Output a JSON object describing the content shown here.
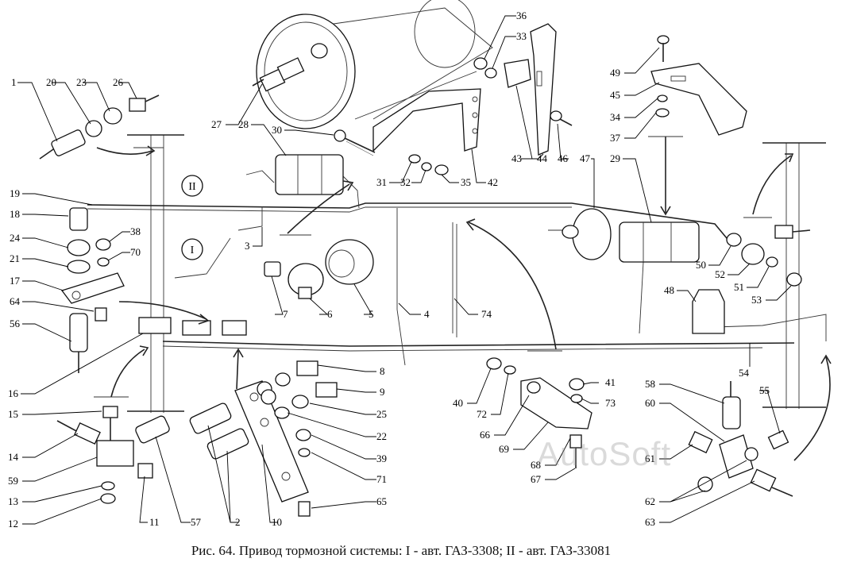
{
  "caption": "Рис. 64. Привод тормозной системы: I - авт. ГАЗ-3308; II - авт. ГАЗ-33081",
  "watermark": "AutoSoft",
  "circuit_labels": [
    "II",
    "I"
  ],
  "callouts": [
    {
      "id": "1",
      "text": "1"
    },
    {
      "id": "20",
      "text": "20"
    },
    {
      "id": "23",
      "text": "23"
    },
    {
      "id": "26",
      "text": "26"
    },
    {
      "id": "27",
      "text": "27"
    },
    {
      "id": "28",
      "text": "28"
    },
    {
      "id": "30",
      "text": "30"
    },
    {
      "id": "36",
      "text": "36"
    },
    {
      "id": "33",
      "text": "33"
    },
    {
      "id": "49",
      "text": "49"
    },
    {
      "id": "45",
      "text": "45"
    },
    {
      "id": "34",
      "text": "34"
    },
    {
      "id": "37",
      "text": "37"
    },
    {
      "id": "19",
      "text": "19"
    },
    {
      "id": "18",
      "text": "18"
    },
    {
      "id": "24",
      "text": "24"
    },
    {
      "id": "38",
      "text": "38"
    },
    {
      "id": "21",
      "text": "21"
    },
    {
      "id": "70",
      "text": "70"
    },
    {
      "id": "17",
      "text": "17"
    },
    {
      "id": "64",
      "text": "64"
    },
    {
      "id": "56",
      "text": "56"
    },
    {
      "id": "3",
      "text": "3"
    },
    {
      "id": "7",
      "text": "7"
    },
    {
      "id": "6",
      "text": "6"
    },
    {
      "id": "5",
      "text": "5"
    },
    {
      "id": "4",
      "text": "4"
    },
    {
      "id": "74",
      "text": "74"
    },
    {
      "id": "31",
      "text": "31"
    },
    {
      "id": "32",
      "text": "32"
    },
    {
      "id": "35",
      "text": "35"
    },
    {
      "id": "42",
      "text": "42"
    },
    {
      "id": "43",
      "text": "43"
    },
    {
      "id": "44",
      "text": "44"
    },
    {
      "id": "46",
      "text": "46"
    },
    {
      "id": "47",
      "text": "47"
    },
    {
      "id": "29",
      "text": "29"
    },
    {
      "id": "50",
      "text": "50"
    },
    {
      "id": "52",
      "text": "52"
    },
    {
      "id": "51",
      "text": "51"
    },
    {
      "id": "53",
      "text": "53"
    },
    {
      "id": "48",
      "text": "48"
    },
    {
      "id": "54",
      "text": "54"
    },
    {
      "id": "16",
      "text": "16"
    },
    {
      "id": "15",
      "text": "15"
    },
    {
      "id": "14",
      "text": "14"
    },
    {
      "id": "59",
      "text": "59"
    },
    {
      "id": "13",
      "text": "13"
    },
    {
      "id": "12",
      "text": "12"
    },
    {
      "id": "11",
      "text": "11"
    },
    {
      "id": "57",
      "text": "57"
    },
    {
      "id": "2",
      "text": "2"
    },
    {
      "id": "10",
      "text": "10"
    },
    {
      "id": "8",
      "text": "8"
    },
    {
      "id": "9",
      "text": "9"
    },
    {
      "id": "25",
      "text": "25"
    },
    {
      "id": "22",
      "text": "22"
    },
    {
      "id": "39",
      "text": "39"
    },
    {
      "id": "71",
      "text": "71"
    },
    {
      "id": "65",
      "text": "65"
    },
    {
      "id": "40",
      "text": "40"
    },
    {
      "id": "72",
      "text": "72"
    },
    {
      "id": "66",
      "text": "66"
    },
    {
      "id": "69",
      "text": "69"
    },
    {
      "id": "68",
      "text": "68"
    },
    {
      "id": "67",
      "text": "67"
    },
    {
      "id": "41",
      "text": "41"
    },
    {
      "id": "73",
      "text": "73"
    },
    {
      "id": "58",
      "text": "58"
    },
    {
      "id": "55",
      "text": "55"
    },
    {
      "id": "60",
      "text": "60"
    },
    {
      "id": "61",
      "text": "61"
    },
    {
      "id": "62",
      "text": "62"
    },
    {
      "id": "63",
      "text": "63"
    }
  ]
}
